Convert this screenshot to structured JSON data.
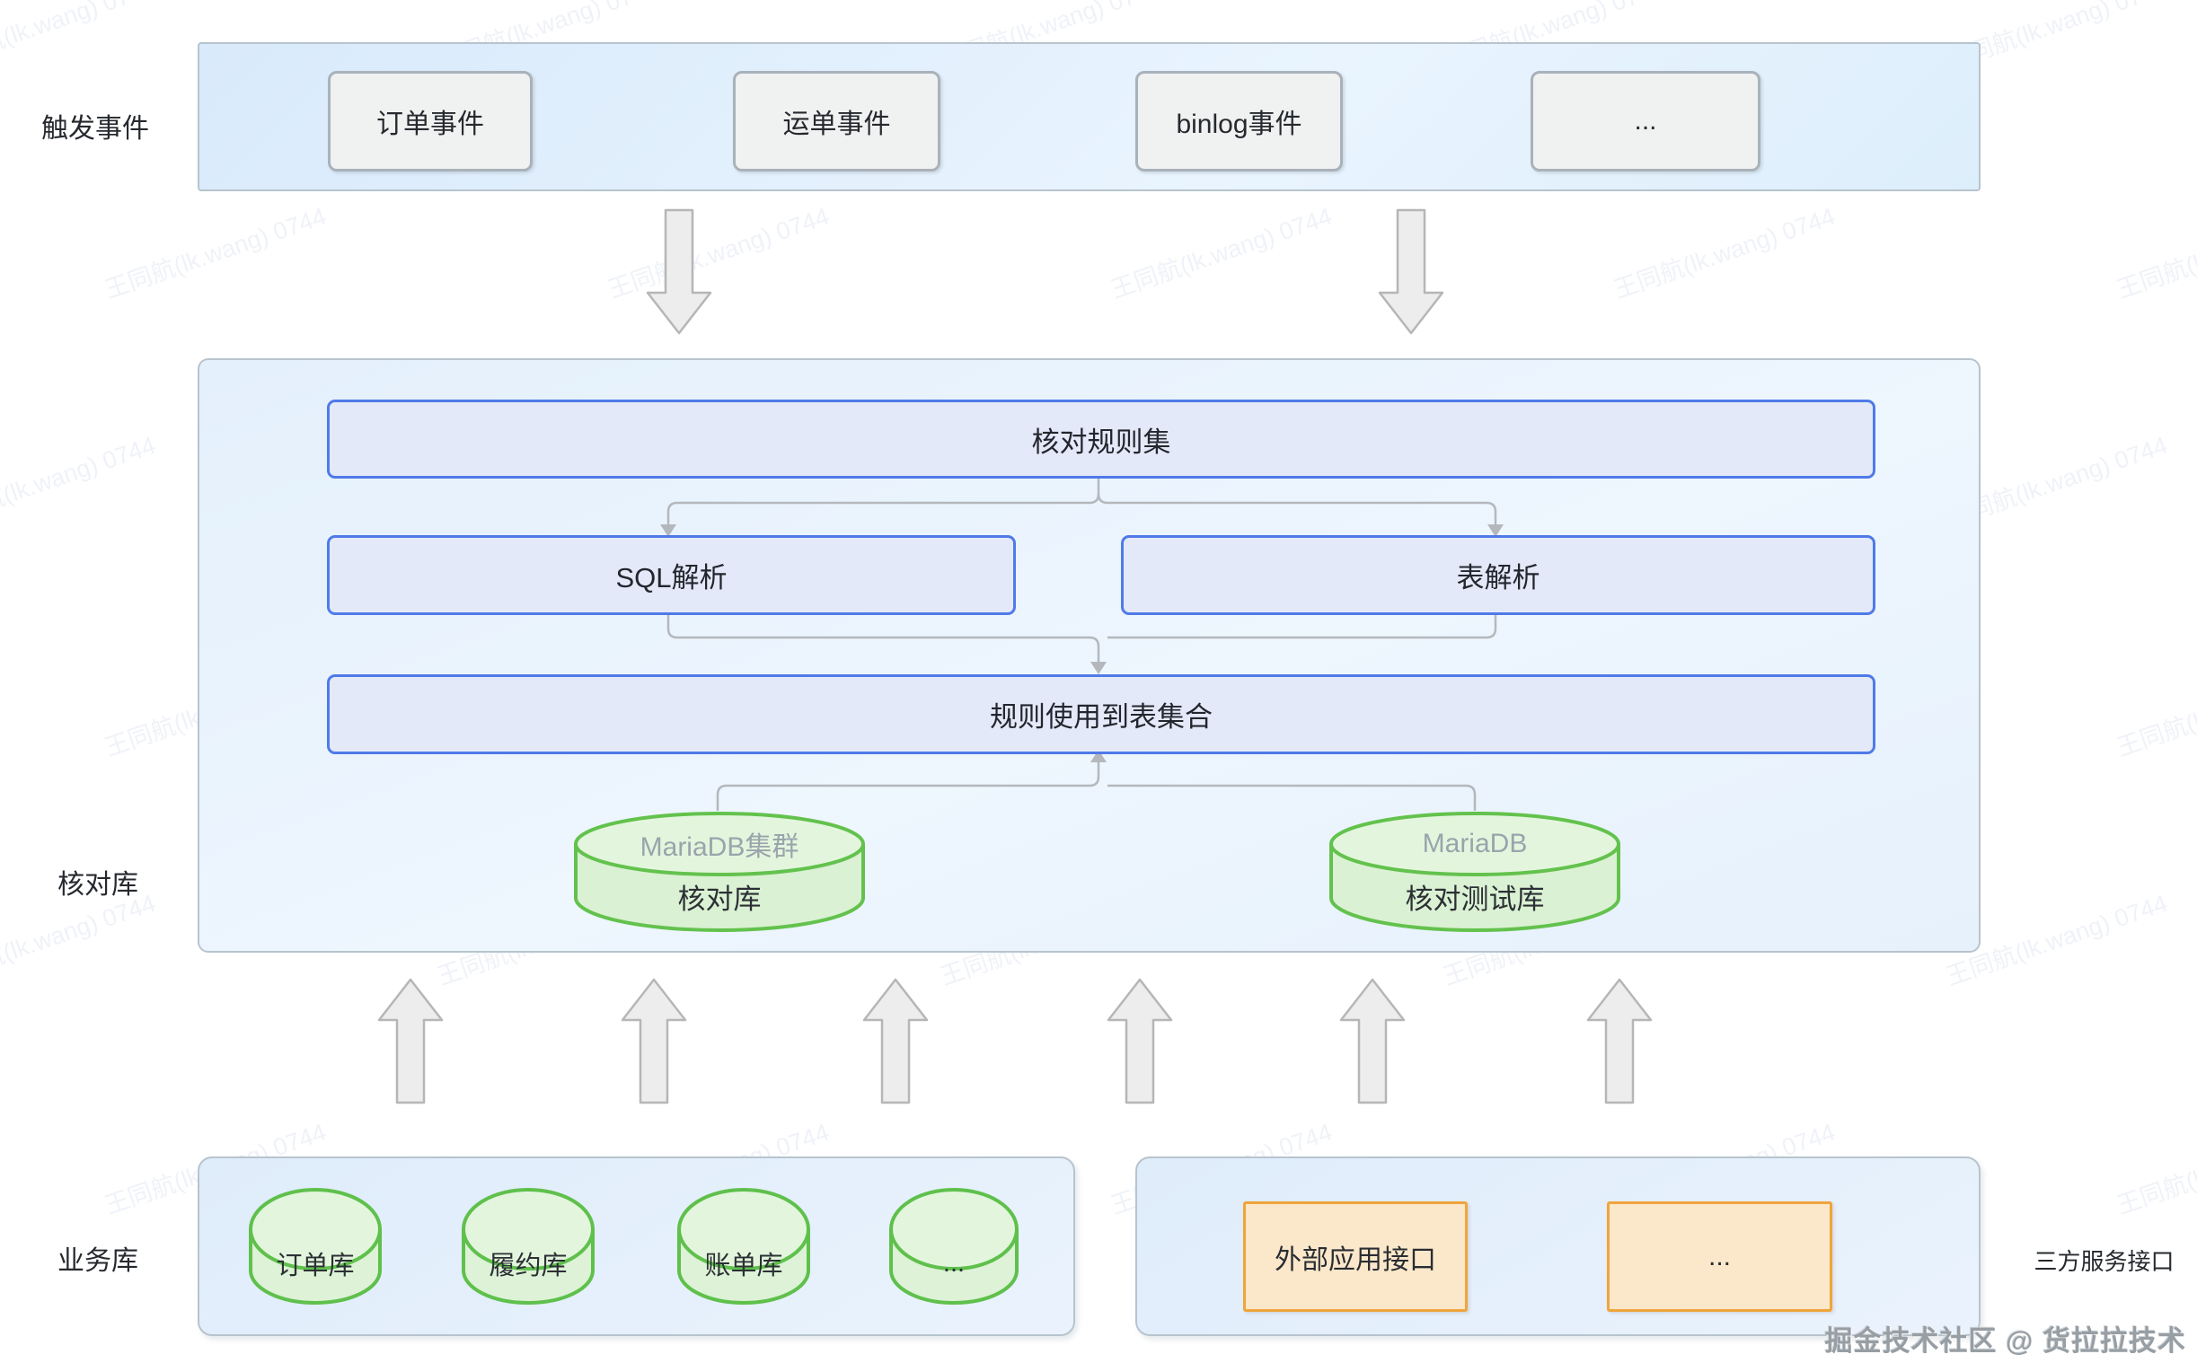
{
  "watermark": {
    "text": "王同航(lk.wang) 0744"
  },
  "credit": "掘金技术社区 @ 货拉拉技术",
  "colors": {
    "container_border": "#b7c4ce",
    "container_fill": "#e4f0fc",
    "event_box_fill": "#f0f1f1",
    "event_box_border": "#a9b2ba",
    "blue_box_fill": "#e4e9f9",
    "blue_box_border": "#4f7ae8",
    "orange_box_fill": "#fbe7ca",
    "orange_box_border": "#f0a43c",
    "cylinder_fill": "#ddf2d6",
    "cylinder_border": "#63c24d",
    "arrow_fill": "#ededed",
    "arrow_border": "#b6b6b6",
    "connector": "#b4b8bc"
  },
  "sections": {
    "trigger": {
      "label": "触发事件",
      "events": [
        "订单事件",
        "运单事件",
        "binlog事件",
        "..."
      ]
    },
    "check": {
      "label": "核对库",
      "rule_set": "核对规则集",
      "sql_parse": "SQL解析",
      "table_parse": "表解析",
      "rule_tables": "规则使用到表集合",
      "databases": [
        {
          "engine": "MariaDB集群",
          "name": "核对库"
        },
        {
          "engine": "MariaDB",
          "name": "核对测试库"
        }
      ]
    },
    "business": {
      "label": "业务库",
      "databases": [
        "订单库",
        "履约库",
        "账单库",
        "..."
      ]
    },
    "third_party": {
      "label": "三方服务接口",
      "services": [
        "外部应用接口",
        "..."
      ]
    }
  }
}
